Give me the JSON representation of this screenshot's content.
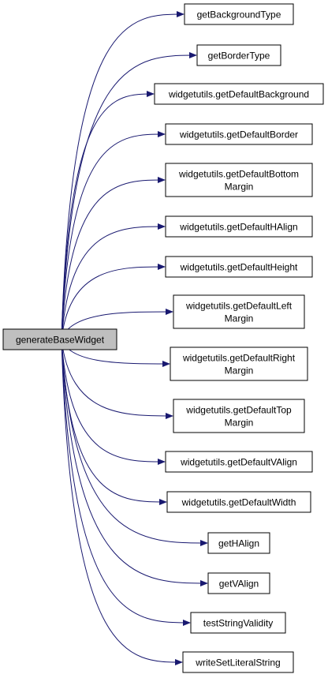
{
  "colors": {
    "edge": "#191970",
    "box_border": "#000000",
    "box_fill": "#ffffff",
    "root_fill": "#bfbfbf",
    "text": "#000000"
  },
  "root": {
    "label": "generateBaseWidget"
  },
  "callees": [
    {
      "lines": [
        "getBackgroundType"
      ]
    },
    {
      "lines": [
        "getBorderType"
      ]
    },
    {
      "lines": [
        "widgetutils.getDefaultBackground"
      ]
    },
    {
      "lines": [
        "widgetutils.getDefaultBorder"
      ]
    },
    {
      "lines": [
        "widgetutils.getDefaultBottom",
        "Margin"
      ]
    },
    {
      "lines": [
        "widgetutils.getDefaultHAlign"
      ]
    },
    {
      "lines": [
        "widgetutils.getDefaultHeight"
      ]
    },
    {
      "lines": [
        "widgetutils.getDefaultLeft",
        "Margin"
      ]
    },
    {
      "lines": [
        "widgetutils.getDefaultRight",
        "Margin"
      ]
    },
    {
      "lines": [
        "widgetutils.getDefaultTop",
        "Margin"
      ]
    },
    {
      "lines": [
        "widgetutils.getDefaultVAlign"
      ]
    },
    {
      "lines": [
        "widgetutils.getDefaultWidth"
      ]
    },
    {
      "lines": [
        "getHAlign"
      ]
    },
    {
      "lines": [
        "getVAlign"
      ]
    },
    {
      "lines": [
        "testStringValidity"
      ]
    },
    {
      "lines": [
        "writeSetLiteralString"
      ]
    }
  ]
}
